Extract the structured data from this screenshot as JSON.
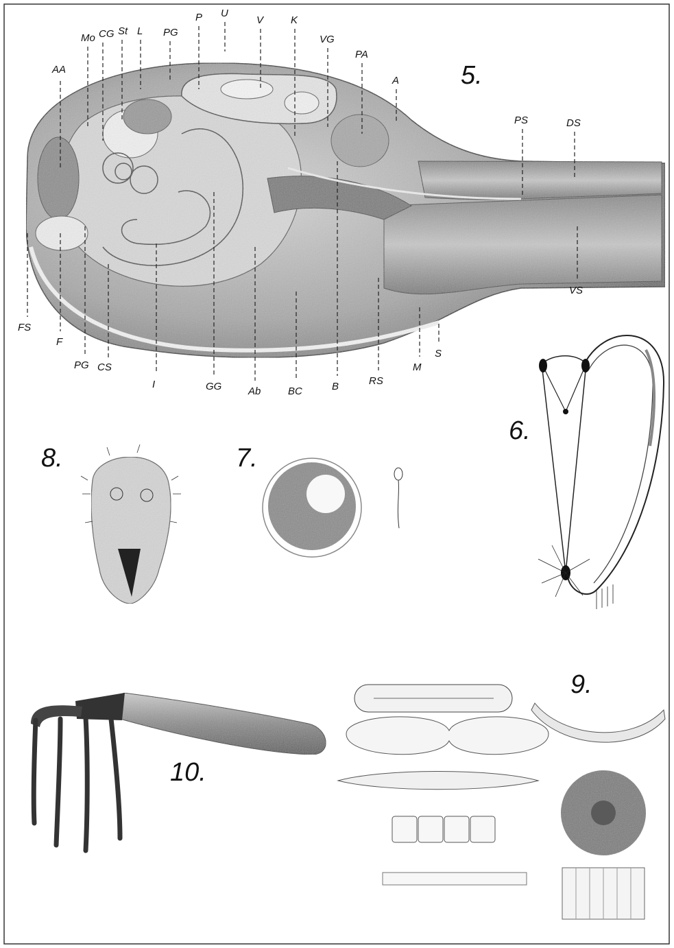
{
  "figures": {
    "fig5": {
      "number": "5.",
      "labels": {
        "AA": "AA",
        "Mo": "Mo",
        "CG_top": "CG",
        "St": "St",
        "L": "L",
        "PG_top": "PG",
        "P": "P",
        "U": "U",
        "V": "V",
        "K": "K",
        "VG": "VG",
        "PA": "PA",
        "A": "A",
        "PS": "PS",
        "DS": "DS",
        "VS": "VS",
        "FS": "FS",
        "F": "F",
        "PG_bottom": "PG",
        "CS": "CS",
        "I": "I",
        "GG": "GG",
        "Ab": "Ab",
        "BC": "BC",
        "B": "B",
        "RS": "RS",
        "M": "M",
        "S": "S"
      }
    },
    "fig6": {
      "number": "6."
    },
    "fig7": {
      "number": "7."
    },
    "fig8": {
      "number": "8."
    },
    "fig9": {
      "number": "9."
    },
    "fig10": {
      "number": "10."
    }
  },
  "colors": {
    "ink": "#111111",
    "paper": "#ffffff",
    "shade": "#9a9a9a"
  }
}
